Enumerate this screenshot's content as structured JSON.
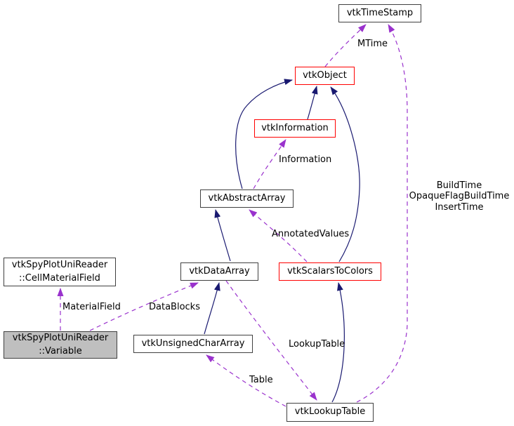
{
  "diagram": {
    "title": "vtkSpyPlotUniReader::Variable collaboration graph",
    "colors": {
      "inheritance_edge": "#191970",
      "usage_edge": "#9a32cd",
      "highlight_border": "#ff0000",
      "node_border": "#404040",
      "node_fill": "#ffffff",
      "current_node_fill": "#bfbfbf"
    },
    "nodes": [
      {
        "id": "vtkTimeStamp",
        "label": "vtkTimeStamp"
      },
      {
        "id": "vtkObject",
        "label": "vtkObject"
      },
      {
        "id": "vtkInformation",
        "label": "vtkInformation"
      },
      {
        "id": "vtkAbstractArray",
        "label": "vtkAbstractArray"
      },
      {
        "id": "cellMaterialField",
        "label": "vtkSpyPlotUniReader\n::CellMaterialField"
      },
      {
        "id": "vtkDataArray",
        "label": "vtkDataArray"
      },
      {
        "id": "vtkScalarsToColors",
        "label": "vtkScalarsToColors"
      },
      {
        "id": "variable",
        "label": "vtkSpyPlotUniReader\n::Variable"
      },
      {
        "id": "vtkUnsignedCharArray",
        "label": "vtkUnsignedCharArray"
      },
      {
        "id": "vtkLookupTable",
        "label": "vtkLookupTable"
      }
    ],
    "edge_labels": [
      {
        "id": "mtime",
        "text": "MTime"
      },
      {
        "id": "information",
        "text": "Information"
      },
      {
        "id": "annotated_values",
        "text": "AnnotatedValues"
      },
      {
        "id": "build_times",
        "text": "BuildTime\nOpaqueFlagBuildTime\nInsertTime"
      },
      {
        "id": "material_field",
        "text": "MaterialField"
      },
      {
        "id": "data_blocks",
        "text": "DataBlocks"
      },
      {
        "id": "lookup_table",
        "text": "LookupTable"
      },
      {
        "id": "table",
        "text": "Table"
      }
    ]
  }
}
